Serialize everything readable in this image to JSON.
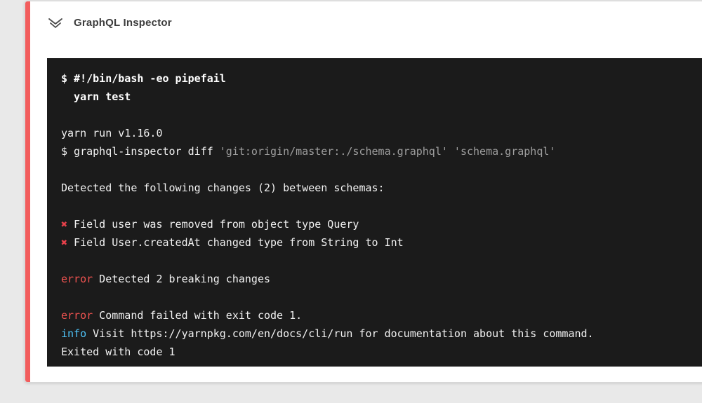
{
  "header": {
    "title": "GraphQL Inspector"
  },
  "accent": {
    "stripe_color": "#f25d5d"
  },
  "terminal": {
    "background": "#1b1b1b",
    "colors": {
      "default": "#f2f2f2",
      "bold": "#ffffff",
      "red": "#ef5350",
      "xmark": "#e8414b",
      "info": "#4fc3f7",
      "dim": "#9e9e9e"
    },
    "lines": [
      {
        "segments": [
          {
            "text": "$ #!/bin/bash -eo pipefail",
            "style": "bold"
          }
        ]
      },
      {
        "segments": [
          {
            "text": "  yarn test",
            "style": "bold"
          }
        ]
      },
      {
        "segments": []
      },
      {
        "segments": [
          {
            "text": "yarn run v1.16.0",
            "style": "default"
          }
        ]
      },
      {
        "segments": [
          {
            "text": "$ graphql-inspector diff ",
            "style": "default"
          },
          {
            "text": "'git:origin/master:./schema.graphql'",
            "style": "dim"
          },
          {
            "text": " ",
            "style": "default"
          },
          {
            "text": "'schema.graphql'",
            "style": "dim"
          }
        ]
      },
      {
        "segments": []
      },
      {
        "segments": [
          {
            "text": "Detected the following changes (2) between schemas:",
            "style": "default"
          }
        ]
      },
      {
        "segments": []
      },
      {
        "segments": [
          {
            "text": "✖",
            "style": "xmark"
          },
          {
            "text": " Field user was removed from object type Query",
            "style": "default"
          }
        ]
      },
      {
        "segments": [
          {
            "text": "✖",
            "style": "xmark"
          },
          {
            "text": " Field User.createdAt changed type from String to Int",
            "style": "default"
          }
        ]
      },
      {
        "segments": []
      },
      {
        "segments": [
          {
            "text": "error",
            "style": "red"
          },
          {
            "text": " Detected 2 breaking changes",
            "style": "default"
          }
        ]
      },
      {
        "segments": []
      },
      {
        "segments": [
          {
            "text": "error",
            "style": "red"
          },
          {
            "text": " Command failed with exit code 1.",
            "style": "default"
          }
        ]
      },
      {
        "segments": [
          {
            "text": "info",
            "style": "info"
          },
          {
            "text": " Visit https://yarnpkg.com/en/docs/cli/run for documentation about this command.",
            "style": "default"
          }
        ]
      },
      {
        "segments": [
          {
            "text": "Exited with code 1",
            "style": "default"
          }
        ]
      }
    ]
  }
}
